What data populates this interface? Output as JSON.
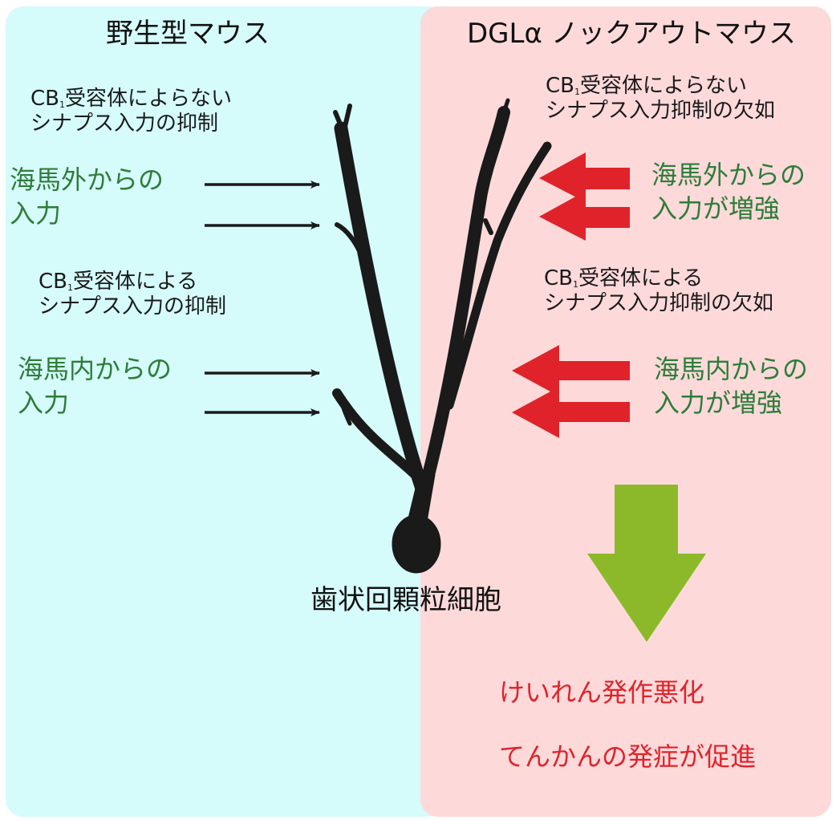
{
  "left": {
    "title": "野生型マウス",
    "label_cb_independent_a": "CB",
    "label_cb_independent_sub": "1",
    "label_cb_independent_b": "受容体によらない\nシナプス入力の抑制",
    "input_outside": "海馬外からの\n入力",
    "label_cb_dependent_a": "CB",
    "label_cb_dependent_sub": "1",
    "label_cb_dependent_b": "受容体による\nシナプス入力の抑制",
    "input_inside": "海馬内からの\n入力"
  },
  "right": {
    "title": "DGLα ノックアウトマウス",
    "label_cb_independent_a": "CB",
    "label_cb_independent_sub": "1",
    "label_cb_independent_b": "受容体によらない\nシナプス入力抑制の欠如",
    "input_outside": "海馬外からの\n入力が増強",
    "label_cb_dependent_a": "CB",
    "label_cb_dependent_sub": "1",
    "label_cb_dependent_b": "受容体による\nシナプス入力抑制の欠如",
    "input_inside": "海馬内からの\n入力が増強"
  },
  "cell_label": "歯状回顆粒細胞",
  "outcome": {
    "line1": "けいれん発作悪化",
    "line2": "てんかんの発症が促進"
  },
  "colors": {
    "left_bg": "#d5fbfb",
    "right_bg": "#fdd9da",
    "green_text": "#2e7d3a",
    "red": "#e0232a",
    "arrow_green": "#8cb92a",
    "neuron": "#1a1a1a"
  }
}
